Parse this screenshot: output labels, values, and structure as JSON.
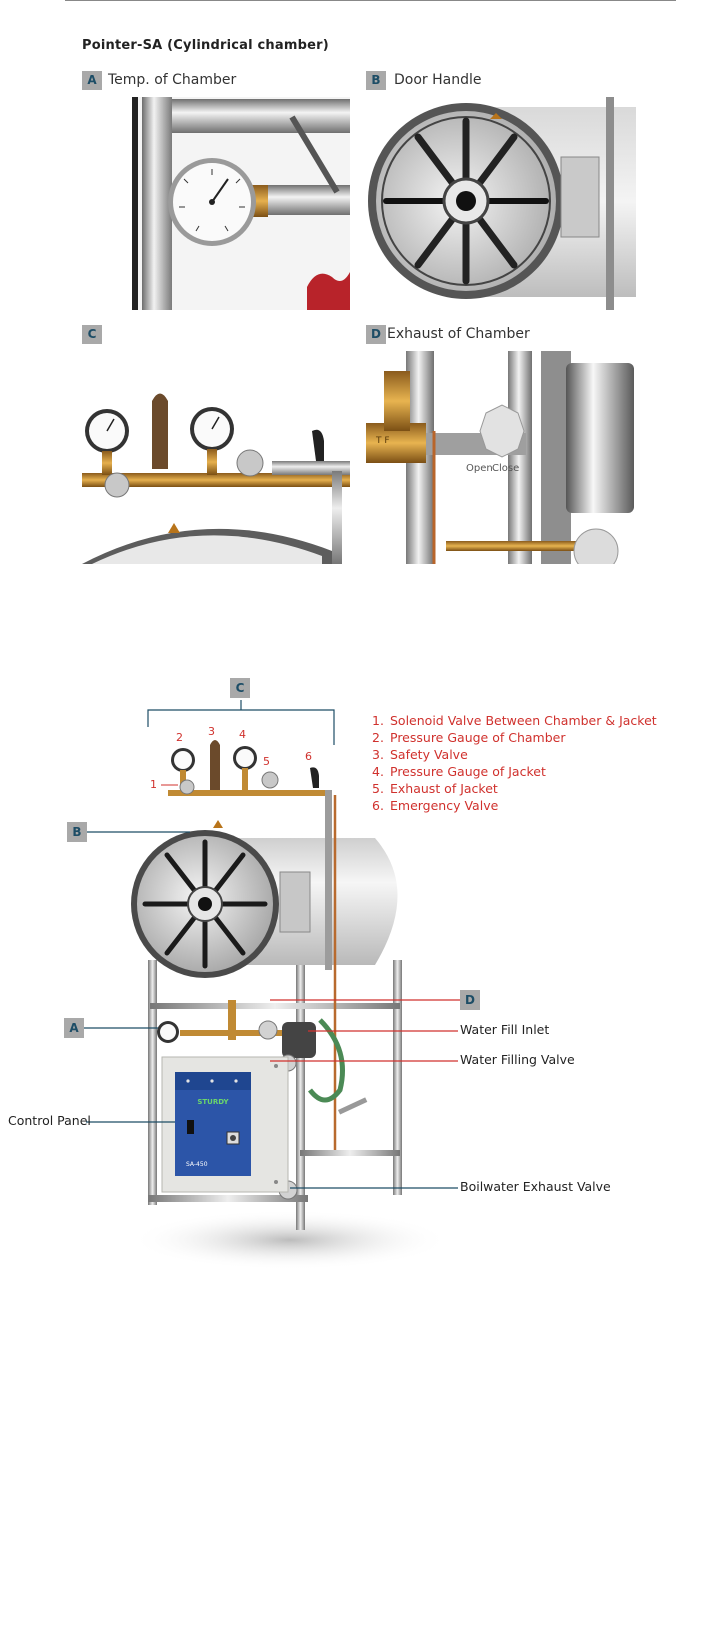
{
  "title": "Pointer-SA (Cylindrical chamber)",
  "panels": [
    {
      "letter": "A",
      "caption": "Temp. of Chamber"
    },
    {
      "letter": "B",
      "caption": "Door Handle"
    },
    {
      "letter": "C",
      "caption": ""
    },
    {
      "letter": "D",
      "caption": "Exhaust of Chamber"
    }
  ],
  "valve_labels": {
    "open": "Open",
    "close": "Close",
    "brand": "T F"
  },
  "diagram": {
    "badges": {
      "c": "C",
      "b": "B",
      "a": "A",
      "d": "D"
    },
    "numbers": [
      "1",
      "2",
      "3",
      "4",
      "5",
      "6"
    ],
    "legend": [
      {
        "n": "1.",
        "text": "Solenoid Valve Between Chamber & Jacket"
      },
      {
        "n": "2.",
        "text": "Pressure Gauge of Chamber"
      },
      {
        "n": "3.",
        "text": "Safety Valve"
      },
      {
        "n": "4.",
        "text": "Pressure Gauge of Jacket"
      },
      {
        "n": "5.",
        "text": "Exhaust of Jacket"
      },
      {
        "n": "6.",
        "text": "Emergency Valve"
      }
    ],
    "callouts": {
      "water_fill_inlet": "Water Fill Inlet",
      "water_filling_valve": "Water Filling Valve",
      "control_panel": "Control Panel",
      "boilwater_exhaust_valve": "Boilwater Exhaust Valve"
    },
    "panel_brand": "STURDY",
    "panel_model": "SA-450"
  },
  "colors": {
    "accent": "#1d4d66",
    "legend_red": "#d0312d",
    "badge_gray": "#a9a9a9",
    "panel_blue": "#2c55a8"
  }
}
